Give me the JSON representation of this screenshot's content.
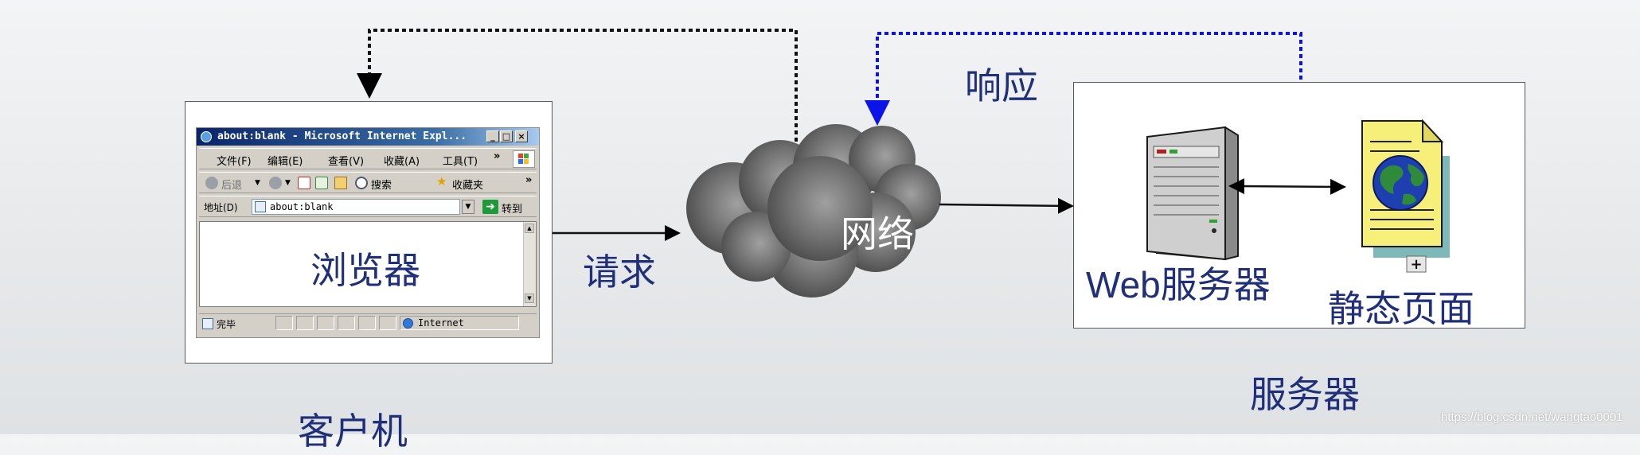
{
  "colors": {
    "label_text": "#1f2f7a",
    "request_arrow": "#000000",
    "response_arrow": "#0a14e6",
    "cloud": "#6f6f6f"
  },
  "labels": {
    "browser": "浏览器",
    "client": "客户机",
    "request": "请求",
    "response": "响应",
    "network": "网络",
    "web_server": "Web服务器",
    "static_page": "静态页面",
    "server": "服务器"
  },
  "browser_window": {
    "title": "about:blank - Microsoft Internet Expl...",
    "menu": [
      "文件(F)",
      "编辑(E)",
      "查看(V)",
      "收藏(A)",
      "工具(T)"
    ],
    "toolbar": {
      "back": "后退",
      "search": "搜索",
      "favorites": "收藏夹"
    },
    "address_label": "地址(D)",
    "address_value": "about:blank",
    "go_label": "转到",
    "status_text": "完毕",
    "zone_text": "Internet"
  },
  "icons": [
    "ie-icon",
    "windows-flag-icon",
    "back-icon",
    "forward-icon",
    "stop-icon",
    "refresh-icon",
    "home-icon",
    "search-icon",
    "favorites-star-icon",
    "go-arrow-icon",
    "globe-icon",
    "server-tower-icon",
    "document-globe-icon",
    "cloud-icon"
  ],
  "watermark": "https://blog.csdn.net/wangtao0001"
}
